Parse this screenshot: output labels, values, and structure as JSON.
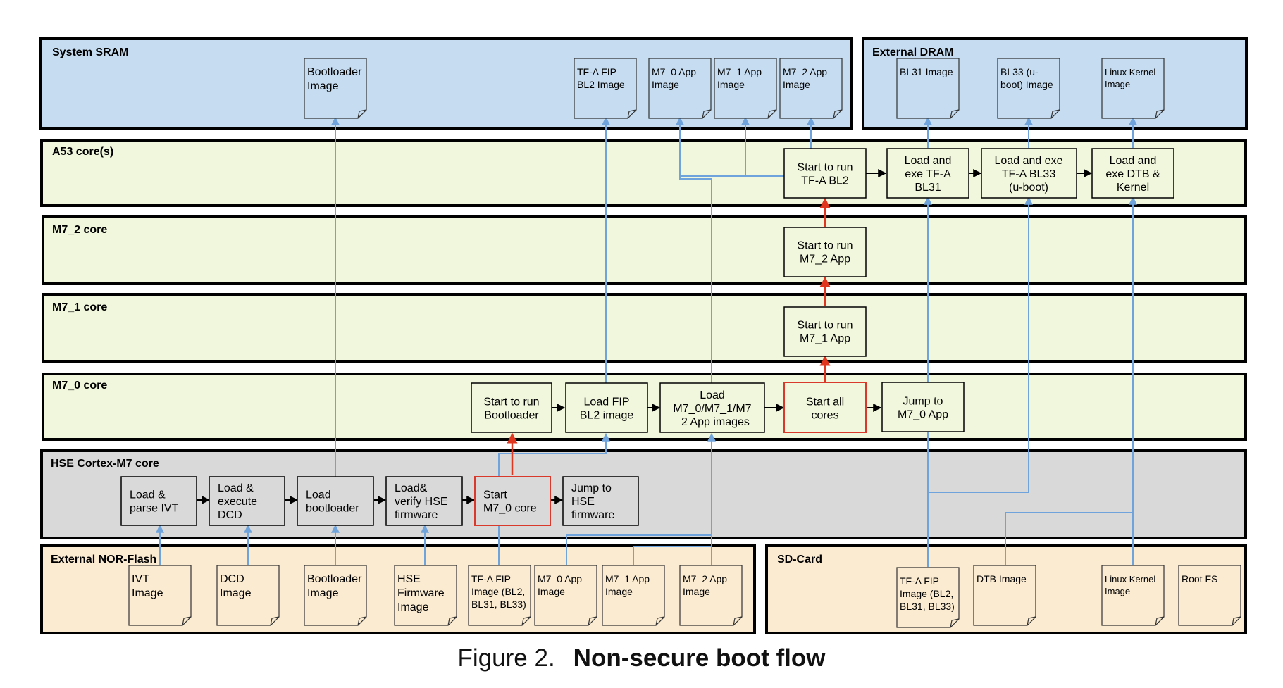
{
  "figure": {
    "number": "Figure 2.",
    "title": "Non-secure boot flow"
  },
  "colors": {
    "sram": "#c5dcf1",
    "core": "#f1f7dc",
    "hse": "#d9d9d9",
    "storage": "#fbebd1",
    "connector": "#6fa3dc",
    "active_arrow": "#e0351e",
    "active_box_border": "#d9392a",
    "frame": "#000000"
  },
  "regions": {
    "system_sram": "System SRAM",
    "external_dram": "External DRAM",
    "a53_cores": "A53 core(s)",
    "m7_2_core": "M7_2 core",
    "m7_1_core": "M7_1 core",
    "m7_0_core": "M7_0 core",
    "hse_core": "HSE  Cortex-M7 core",
    "external_nor_flash": "External NOR-Flash",
    "sd_card": "SD-Card"
  },
  "sram_images": {
    "bootloader": [
      "Bootloader",
      "Image"
    ],
    "tfa_fip_bl2": [
      "TF-A FIP",
      "BL2 Image"
    ],
    "m7_0_app": [
      "M7_0 App",
      "Image"
    ],
    "m7_1_app": [
      "M7_1 App",
      "Image"
    ],
    "m7_2_app": [
      "M7_2 App",
      "Image"
    ]
  },
  "dram_images": {
    "bl31": [
      "BL31 Image"
    ],
    "bl33": [
      "BL33 (u-",
      "boot) Image"
    ],
    "linux_kernel": [
      "Linux Kernel",
      "Image"
    ]
  },
  "a53_steps": {
    "start_tfa_bl2": [
      "Start to run",
      "TF-A BL2"
    ],
    "load_exe_bl31": [
      "Load and",
      "exe TF-A",
      "BL31"
    ],
    "load_exe_bl33": [
      "Load and exe",
      "TF-A  BL33",
      "(u-boot)"
    ],
    "load_exe_dtb_kernel": [
      "Load and",
      "exe DTB  &",
      "Kernel"
    ]
  },
  "m7_2_steps": {
    "start_m7_2_app": [
      "Start to run",
      "M7_2  App"
    ]
  },
  "m7_1_steps": {
    "start_m7_1_app": [
      "Start to run",
      "M7_1  App"
    ]
  },
  "m7_0_steps": {
    "start_bootloader": [
      "Start to run",
      "Bootloader"
    ],
    "load_fip_bl2": [
      "Load FIP",
      "BL2 image"
    ],
    "load_app_images": [
      "Load",
      "M7_0/M7_1/M7",
      "_2 App images"
    ],
    "start_all_cores": [
      "Start all",
      "cores"
    ],
    "jump_m7_0_app": [
      "Jump to",
      "M7_0 App"
    ]
  },
  "hse_steps": {
    "load_parse_ivt": [
      "Load &",
      "parse IVT"
    ],
    "load_execute_dcd": [
      "Load &",
      "execute",
      "DCD"
    ],
    "load_bootloader": [
      "Load",
      "bootloader"
    ],
    "load_verify_hse": [
      "Load&",
      "verify HSE",
      "firmware"
    ],
    "start_m7_0_core": [
      "Start",
      "M7_0  core"
    ],
    "jump_hse_firmware": [
      "Jump to",
      "HSE",
      "firmware"
    ]
  },
  "nor_images": {
    "ivt": [
      "IVT",
      "Image"
    ],
    "dcd": [
      "DCD",
      "Image"
    ],
    "bootloader": [
      "Bootloader",
      "Image"
    ],
    "hse_firmware": [
      "HSE",
      "Firmware",
      "Image"
    ],
    "tfa_fip": [
      "TF-A FIP",
      "Image (BL2,",
      "BL31, BL33)"
    ],
    "m7_0_app": [
      "M7_0 App",
      "Image"
    ],
    "m7_1_app": [
      "M7_1 App",
      "Image"
    ],
    "m7_2_app": [
      "M7_2 App",
      "Image"
    ]
  },
  "sd_images": {
    "tfa_fip": [
      "TF-A FIP",
      "Image (BL2,",
      "BL31, BL33)"
    ],
    "dtb": [
      "DTB Image"
    ],
    "linux_kernel": [
      "Linux Kernel",
      "Image"
    ],
    "root_fs": [
      "Root FS"
    ]
  }
}
